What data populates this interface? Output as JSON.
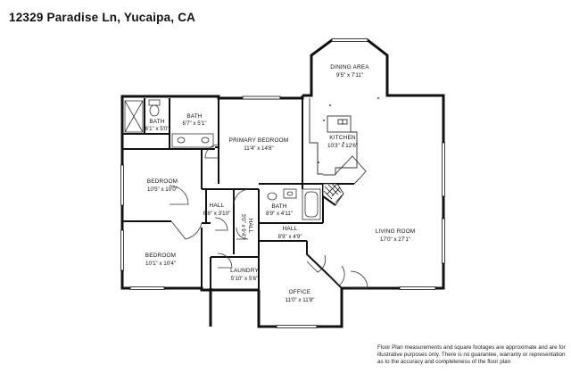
{
  "title": "12329 Paradise Ln, Yucaipa, CA",
  "rooms": {
    "dining": {
      "name": "DINING AREA",
      "dims": "9'5\" x 7'11\""
    },
    "kitchen": {
      "name": "KITCHEN",
      "dims": "10'3\" x 12'6\""
    },
    "primary": {
      "name": "PRIMARY BEDROOM",
      "dims": "11'4\" x 14'8\""
    },
    "bath1": {
      "name": "BATH",
      "dims": "6'7\" x 5'1\""
    },
    "bath2": {
      "name": "BATH",
      "dims": "6'1\" x 5'0\""
    },
    "bedroom1": {
      "name": "BEDROOM",
      "dims": "10'5\" x 10'0\""
    },
    "hall1": {
      "name": "HALL",
      "dims": "6'8\" x 3'10\""
    },
    "bath3": {
      "name": "BATH",
      "dims": "8'9\" x 4'11\""
    },
    "hall2": {
      "name": "HALL",
      "dims": "8'9\" x 4'9\""
    },
    "hall3": {
      "name": "HALL",
      "dims": "3'0\" x 9'4\""
    },
    "living": {
      "name": "LIVING ROOM",
      "dims": "17'0\" x 27'1\""
    },
    "bedroom2": {
      "name": "BEDROOM",
      "dims": "10'1\" x 10'4\""
    },
    "laundry": {
      "name": "LAUNDRY",
      "dims": "5'10\" x 5'6\""
    },
    "office": {
      "name": "OFFICE",
      "dims": "11'0\" x 11'8\""
    }
  },
  "disclaimer": {
    "line1": "Floor Plan measurements and square footages are approximate and are for",
    "line2": "illustrative purposes only. There is no guarantee, warranty or representation",
    "line3": "as to the accuracy and completeness of the floor plan"
  }
}
